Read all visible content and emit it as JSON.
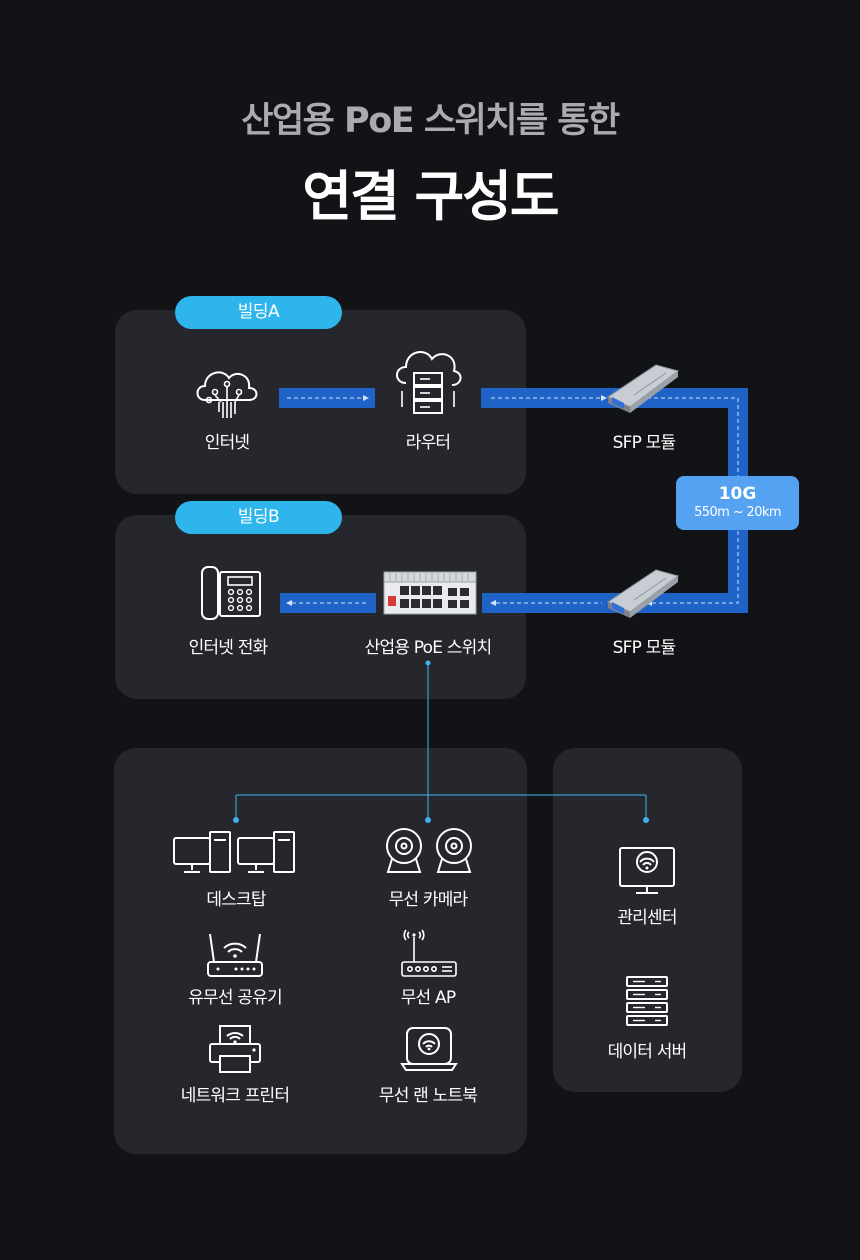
{
  "title": {
    "subtitle": "산업용 PoE 스위치를 통한",
    "main": "연결 구성도"
  },
  "building_a": {
    "tag": "빌딩A",
    "nodes": {
      "internet": "인터넷",
      "router": "라우터",
      "sfp": "SFP 모듈"
    }
  },
  "building_b": {
    "tag": "빌딩B",
    "nodes": {
      "phone": "인터넷 전화",
      "switch": "산업용  PoE 스위치",
      "sfp": "SFP 모듈"
    }
  },
  "link": {
    "speed": "10G",
    "range": "550m ~ 20km"
  },
  "devices": {
    "desktop": "데스크탑",
    "camera": "무선 카메라",
    "wired_router": "유무선 공유기",
    "wireless_ap": "무선 AP",
    "printer": "네트워크 프린터",
    "laptop": "무선 랜 노트북"
  },
  "management": {
    "center": "관리센터",
    "server": "데이터 서버"
  },
  "colors": {
    "background": "#121316",
    "panel": "#25272c",
    "pill": "#2db5ec",
    "fiber": "#1f63c6",
    "badge": "#55a2f3",
    "connector": "#3db3ec"
  }
}
